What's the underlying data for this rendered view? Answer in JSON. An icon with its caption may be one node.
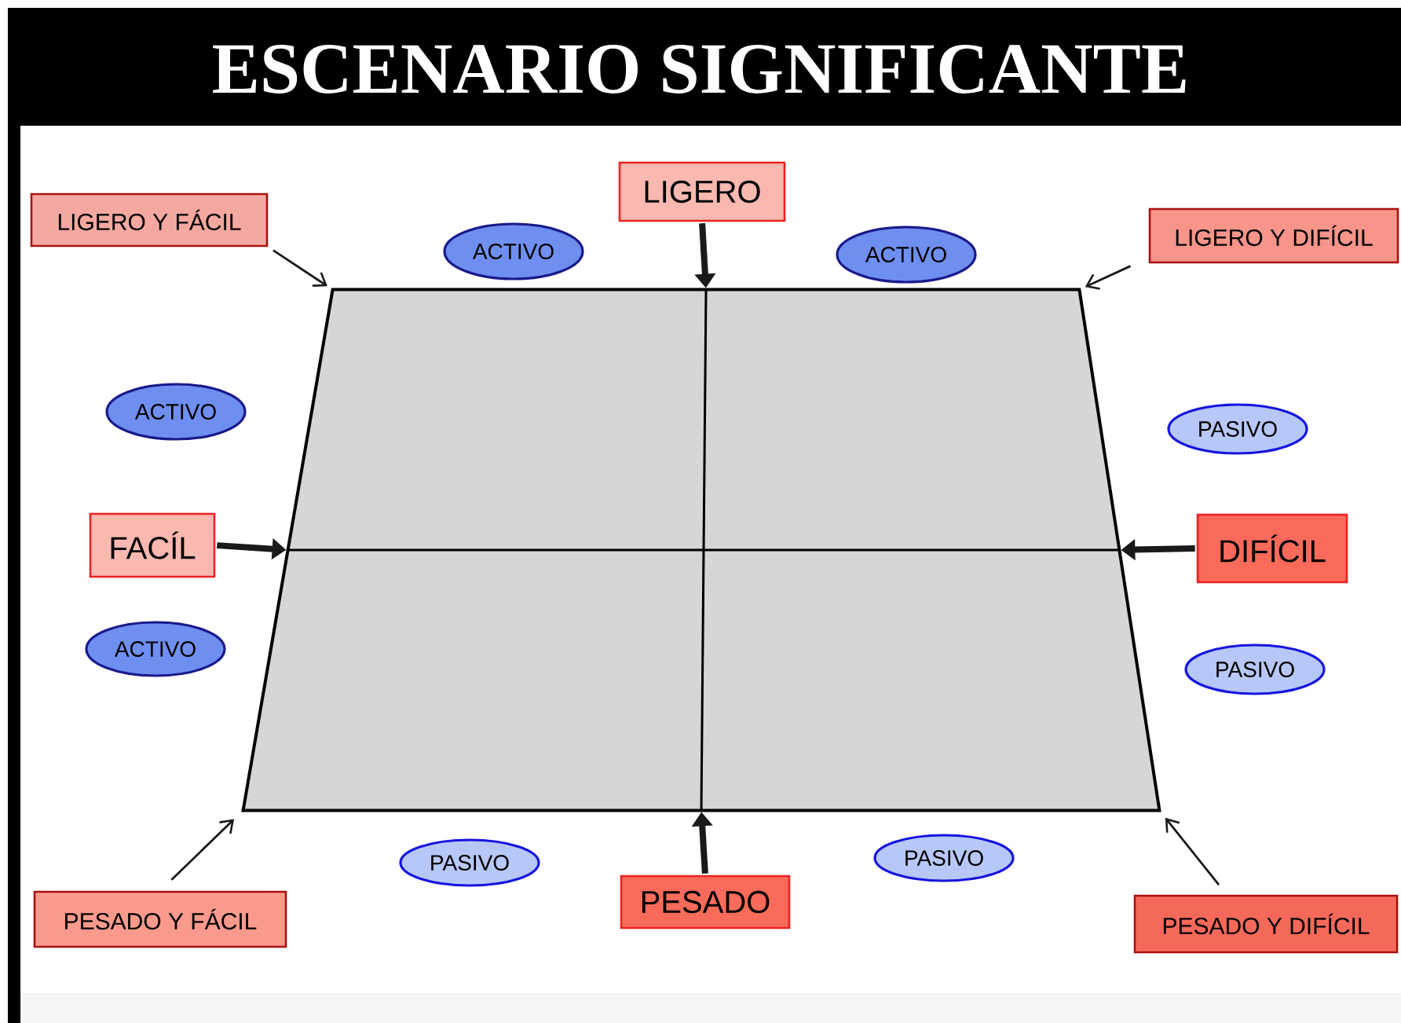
{
  "diagram": {
    "title": "ESCENARIO SIGNIFICANTE",
    "nodes": [
      {
        "text": [
          "LIGERO"
        ]
      },
      {
        "text": [
          "LIGERO Y FÁCIL"
        ]
      },
      {
        "text": [
          "ACTIVO"
        ]
      },
      {
        "text": [
          "ACTIVO"
        ]
      },
      {
        "text": [
          "LIGERO Y DIFÍCIL"
        ]
      },
      {
        "text": [],
        "shape": "trapezoid"
      },
      {
        "text": [
          "ACTIVO"
        ]
      },
      {
        "text": [
          "PASIVO"
        ]
      },
      {
        "text": [
          "FACÍL"
        ]
      },
      {
        "text": [
          "DIFÍCIL"
        ]
      },
      {
        "text": [
          "ACTIVO"
        ]
      },
      {
        "text": [
          "PASIVO"
        ]
      },
      {
        "text": [
          "PASIVO"
        ]
      },
      {
        "text": [
          "PASIVO"
        ]
      },
      {
        "text": [
          "PESADO"
        ]
      },
      {
        "text": [
          "PESADO Y FÁCIL"
        ]
      },
      {
        "text": [
          "PESADO Y DIFÍCIL"
        ]
      }
    ],
    "edges": [
      {
        "from": 0,
        "to": 5,
        "arrow": "to",
        "style": "thick"
      },
      {
        "from": 1,
        "to": 5,
        "arrow": "to"
      },
      {
        "from": 4,
        "to": 5,
        "arrow": "to"
      },
      {
        "from": 8,
        "to": 5,
        "arrow": "to",
        "style": "thick"
      },
      {
        "from": 9,
        "to": 5,
        "arrow": "to",
        "style": "thick"
      },
      {
        "from": 14,
        "to": 5,
        "arrow": "to",
        "style": "thick"
      },
      {
        "from": 15,
        "to": 5,
        "arrow": "to"
      },
      {
        "from": 16,
        "to": 5,
        "arrow": "to"
      }
    ]
  }
}
